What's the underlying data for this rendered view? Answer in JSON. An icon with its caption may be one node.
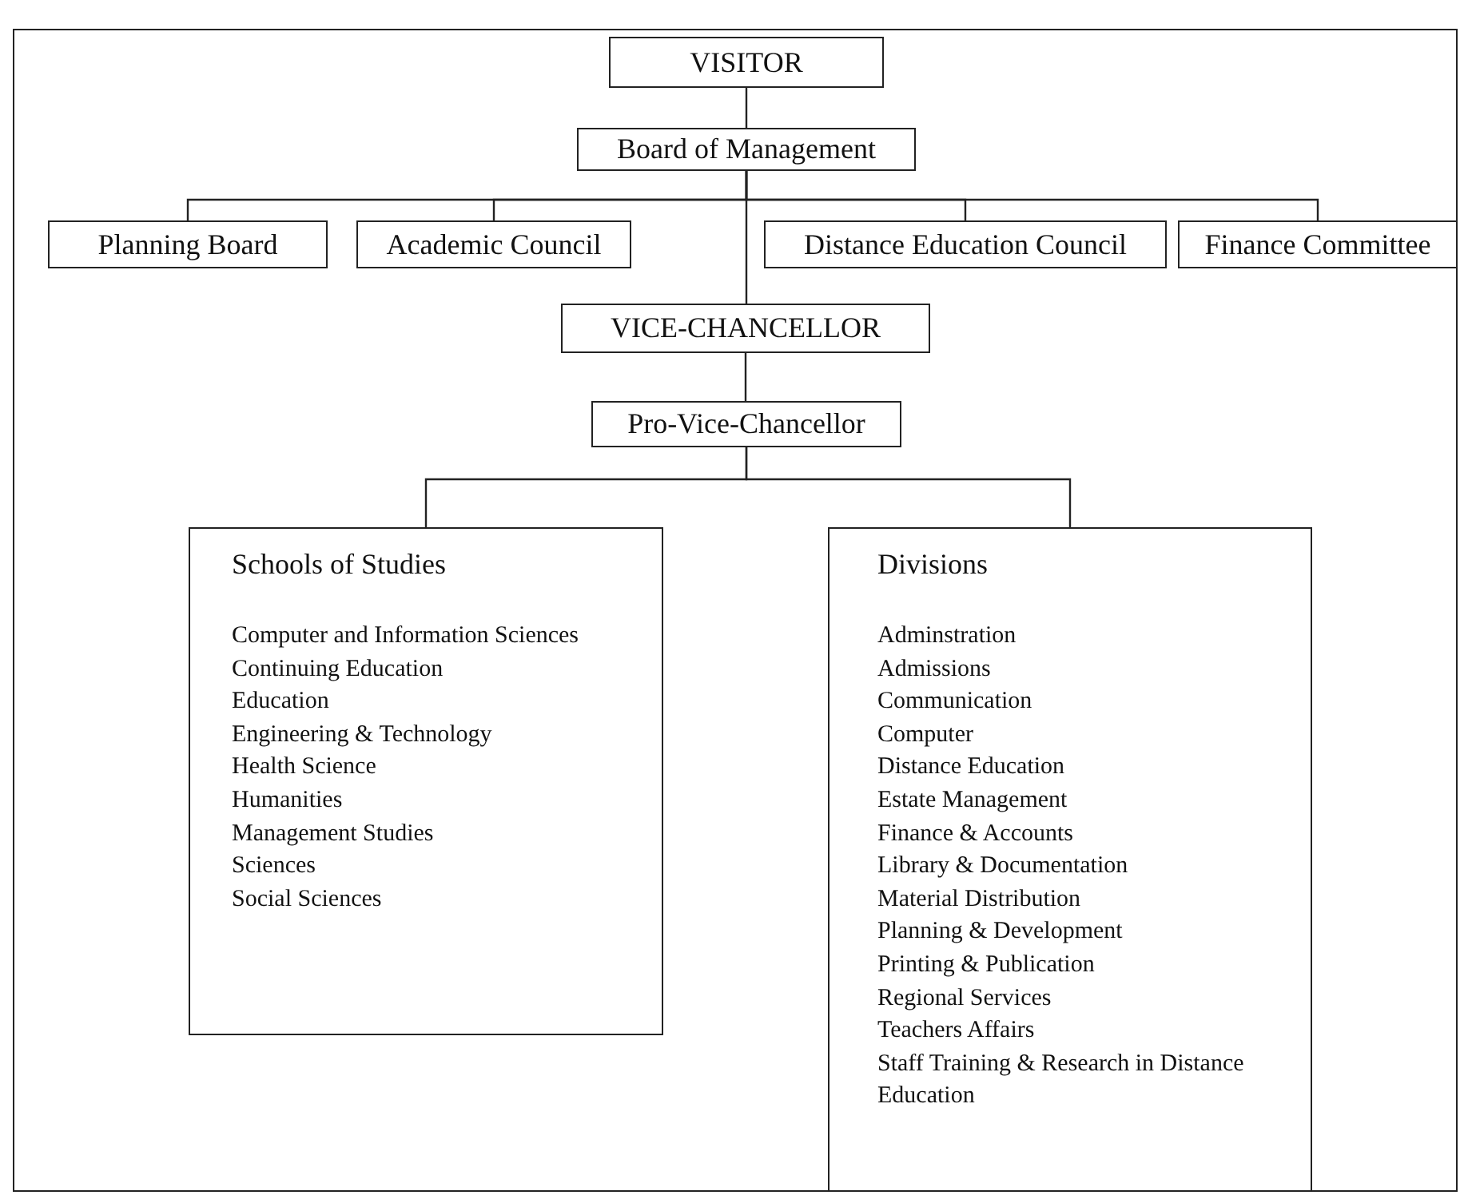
{
  "diagram": {
    "nodes": [
      {
        "text": [
          "VISITOR"
        ]
      },
      {
        "text": [
          "Board of Management"
        ]
      },
      {
        "text": [
          "Planning Board"
        ]
      },
      {
        "text": [
          "Academic Council"
        ]
      },
      {
        "text": [
          "Distance Education Council"
        ]
      },
      {
        "text": [
          "Finance Committee"
        ]
      },
      {
        "text": [
          "VICE-CHANCELLOR"
        ]
      },
      {
        "text": [
          "Pro-Vice-Chancellor"
        ]
      },
      {
        "text": [
          "Schools of Studies",
          "Computer and Information Sciences",
          "Continuing Education",
          "Education",
          "Engineering & Technology",
          "Health Science",
          "Humanities",
          "Management Studies",
          "Sciences",
          "Social Sciences"
        ]
      },
      {
        "text": [
          "Divisions",
          "Adminstration",
          "Admissions",
          "Communication",
          "Computer",
          "Distance Education",
          "Estate Management",
          "Finance & Accounts",
          "Library & Documentation",
          "Material Distribution",
          "Planning & Development",
          "Printing & Publication",
          "Regional Services",
          "Teachers Affairs",
          "Staff Training & Research in Distance Education"
        ]
      }
    ],
    "edges": [
      {
        "from": 0,
        "to": 1,
        "arrow": "none"
      },
      {
        "from": 1,
        "to": 2,
        "arrow": "none"
      },
      {
        "from": 1,
        "to": 3,
        "arrow": "none"
      },
      {
        "from": 1,
        "to": 4,
        "arrow": "none"
      },
      {
        "from": 1,
        "to": 5,
        "arrow": "none"
      },
      {
        "from": 1,
        "to": 6,
        "arrow": "none"
      },
      {
        "from": 6,
        "to": 7,
        "arrow": "none"
      },
      {
        "from": 7,
        "to": 8,
        "arrow": "none"
      },
      {
        "from": 7,
        "to": 9,
        "arrow": "none"
      }
    ]
  }
}
